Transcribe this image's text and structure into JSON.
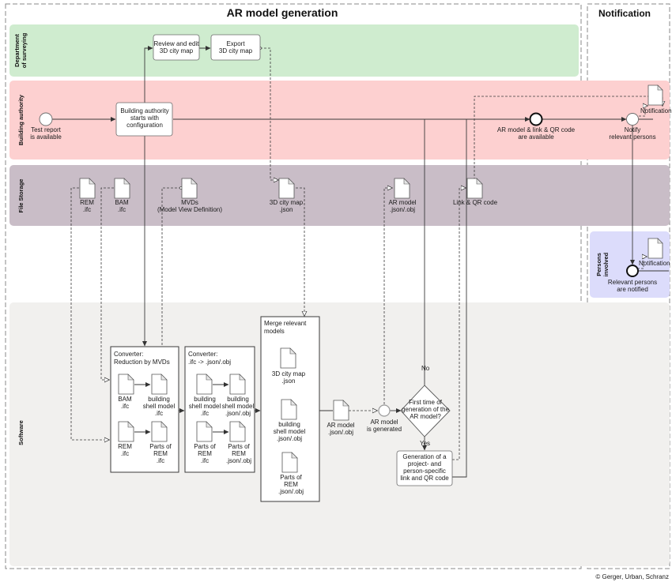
{
  "titles": {
    "main": "AR model generation",
    "notification": "Notification"
  },
  "lanes": {
    "surveying": [
      "Department",
      "of surveying"
    ],
    "authority": "Building authority",
    "storage": "File Storage",
    "persons": [
      "Persons",
      "involved"
    ],
    "software": "Software"
  },
  "tasks": {
    "review": [
      "Review and edit",
      "3D city map"
    ],
    "export": [
      "Export",
      "3D city map"
    ],
    "starts": [
      "Building authority",
      "starts with",
      "configuration"
    ],
    "generation": [
      "Generation of a",
      "project- and",
      "person-specific",
      "link and QR code"
    ]
  },
  "events": {
    "start": [
      "Test report",
      "is available"
    ],
    "available": [
      "AR model & link & QR code",
      "are available"
    ],
    "notify": [
      "Notify",
      "relevant persons"
    ],
    "generated": [
      "AR model",
      "is generated"
    ],
    "notified": [
      "Relevant persons",
      "are notified"
    ]
  },
  "gateway": {
    "question": [
      "First time of",
      "generation of the",
      "AR model?"
    ],
    "no": "No",
    "yes": "Yes"
  },
  "storage_files": {
    "rem": [
      "REM",
      ".ifc"
    ],
    "bam": [
      "BAM",
      ".ifc"
    ],
    "mvds": [
      "MVDs",
      "(Model View Definition)"
    ],
    "city": [
      "3D city map",
      ".json"
    ],
    "ar": [
      "AR model",
      ".json/.obj"
    ],
    "link": "Link & QR code"
  },
  "notification_docs": {
    "authority": "Notification",
    "persons": "Notification"
  },
  "converter1": {
    "title": [
      "Converter:",
      "Reduction by MVDs"
    ],
    "bam_in": [
      "BAM",
      ".ifc"
    ],
    "shell_out": [
      "building",
      "shell model",
      ".ifc"
    ],
    "rem_in": [
      "REM",
      ".ifc"
    ],
    "parts_out": [
      "Parts of",
      "REM",
      ".ifc"
    ]
  },
  "converter2": {
    "title": [
      "Converter:",
      ".ifc -> .json/.obj"
    ],
    "shell_in": [
      "building",
      "shell model",
      ".ifc"
    ],
    "shell_out": [
      "building",
      "shell model",
      ".json/.obj"
    ],
    "parts_in": [
      "Parts of",
      "REM",
      ".ifc"
    ],
    "parts_out": [
      "Parts of",
      "REM",
      ".json/.obj"
    ]
  },
  "merge": {
    "title": [
      "Merge relevant",
      "models"
    ],
    "city": [
      "3D city map",
      ".json"
    ],
    "shell": [
      "building",
      "shell model",
      ".json/.obj"
    ],
    "parts": [
      "Parts of",
      "REM",
      ".json/.obj"
    ]
  },
  "software_ar": [
    "AR model",
    ".json/.obj"
  ],
  "copyright": "© Gerger, Urban, Schranz",
  "colors": {
    "surveying": "#cfeccf",
    "authority": "#fdd0d0",
    "storage": "#c9bdc7",
    "persons": "#dcdcfb",
    "software": "#f1f0ee"
  }
}
